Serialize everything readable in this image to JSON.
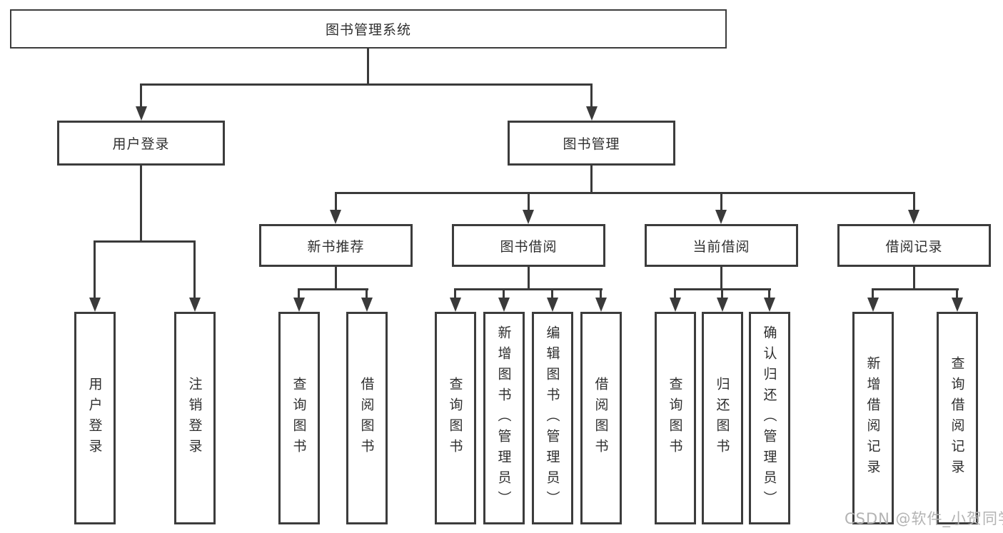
{
  "colors": {
    "stroke": "#3a3a3a",
    "box_border": "#3c3c3c",
    "text": "#2f2f2f",
    "watermark": "#b3b3b3",
    "background": "#ffffff"
  },
  "nodes": {
    "root": "图书管理系统",
    "level2": [
      "用户登录",
      "图书管理"
    ],
    "level3": [
      "新书推荐",
      "图书借阅",
      "当前借阅",
      "借阅记录"
    ],
    "leaves": {
      "login": [
        "用户登录",
        "注销登录"
      ],
      "recommend": [
        "查询图书",
        "借阅图书"
      ],
      "borrow": [
        "查询图书",
        "新增图书（管理员）",
        "编辑图书（管理员）",
        "借阅图书"
      ],
      "current": [
        "查询图书",
        "归还图书",
        "确认归还（管理员）"
      ],
      "records": [
        "新增借阅记录",
        "查询借阅记录"
      ]
    }
  },
  "watermark": "CSDN @软件_小贺同学"
}
